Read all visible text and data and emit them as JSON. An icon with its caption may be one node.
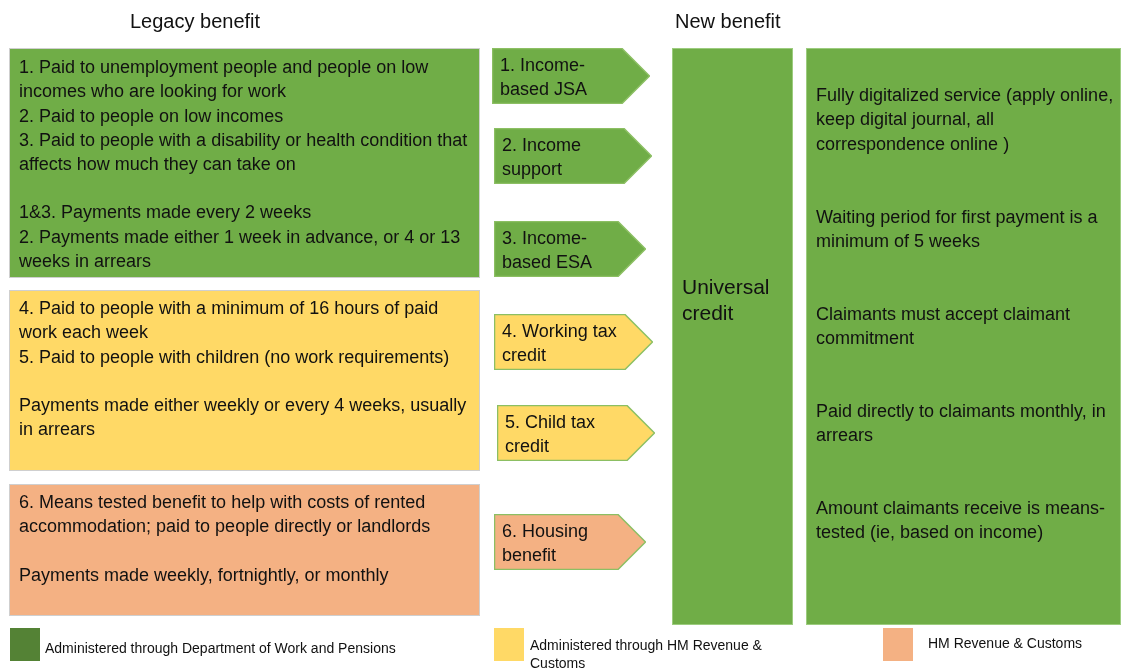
{
  "diagram": {
    "nodes": [
      {
        "text": [
          "1. Paid to unemployment people and people on low incomes who are looking for work",
          "2. Paid to people on low incomes",
          "3. Paid to people with a disability or health condition that affects how much they can take on",
          "1&3. Payments made every 2 weeks",
          "2. Payments made either 1 week in advance, or 4 or 13 weeks in arrears"
        ]
      },
      {
        "text": [
          "4. Paid to people with a minimum of 16 hours of paid work each week",
          "5. Paid to people with children (no work requirements)",
          "Payments made either weekly or every 4 weeks, usually in arrears"
        ]
      },
      {
        "text": [
          "6. Means tested benefit to help with costs of rented accommodation; paid to people directly or landlords",
          "Payments made weekly, fortnightly, or monthly"
        ]
      },
      {
        "text": [
          "1. Income-based JSA"
        ]
      },
      {
        "text": [
          "2. Income support"
        ]
      },
      {
        "text": [
          "3. Income-based ESA"
        ]
      },
      {
        "text": [
          "4. Working tax credit"
        ]
      },
      {
        "text": [
          "5. Child tax credit"
        ]
      },
      {
        "text": [
          "6. Housing benefit"
        ]
      },
      {
        "text": [
          "Universal credit"
        ]
      },
      {
        "text": [
          "Fully digitalized service (apply online, keep digital journal, all correspondence online )",
          "Waiting period for first payment is a minimum of 5 weeks",
          "Claimants must accept claimant commitment",
          "Paid directly to claimants monthly, in arrears",
          "Amount claimants receive is means-tested (ie, based on income)"
        ]
      }
    ],
    "labels": [
      "Legacy benefit",
      "New benefit"
    ],
    "legend": [
      {
        "text": "Administered through Department of Work and Pensions",
        "color": "#548235"
      },
      {
        "text": "Administered through HM Revenue & Customs",
        "color": "#ffd966"
      },
      {
        "text": "HM Revenue & Customs",
        "color": "#f4b183"
      }
    ]
  }
}
